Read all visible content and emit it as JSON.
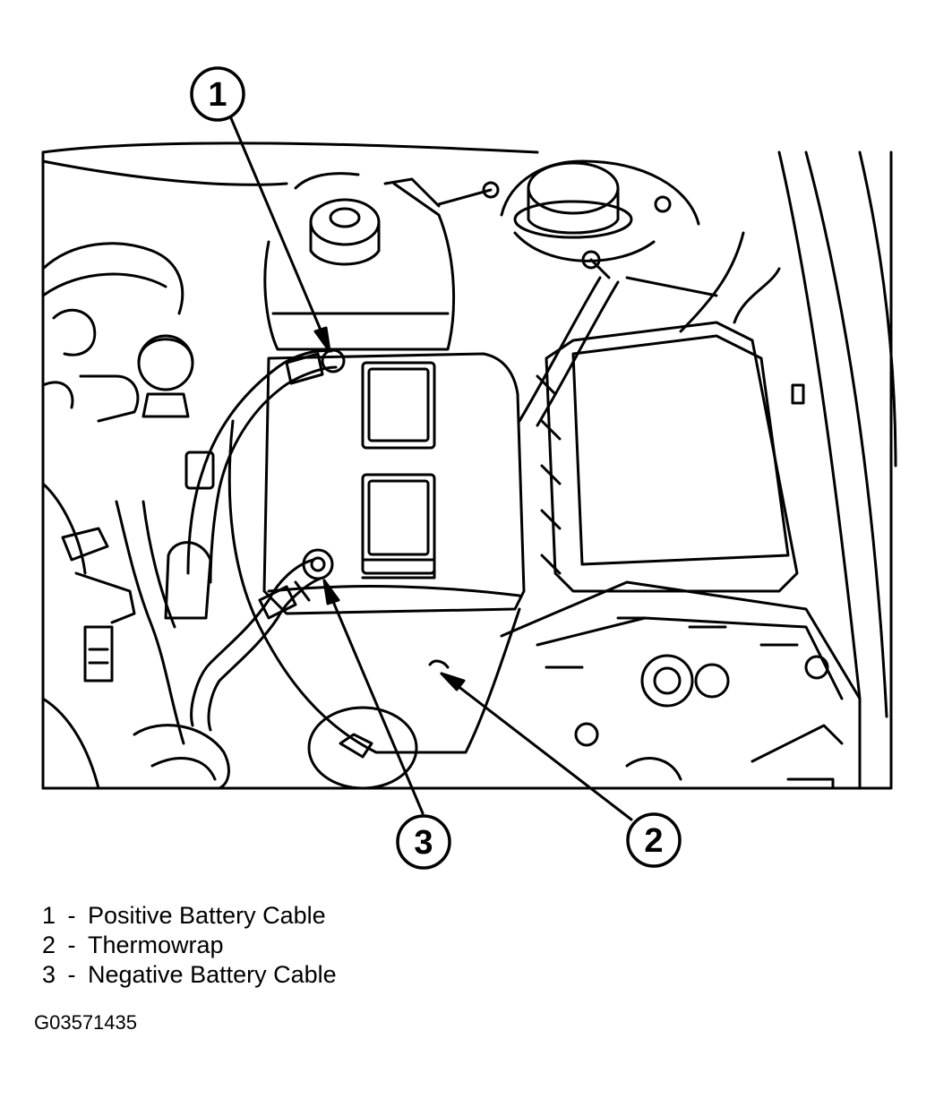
{
  "callouts": [
    {
      "number": "1"
    },
    {
      "number": "2"
    },
    {
      "number": "3"
    }
  ],
  "legend": [
    {
      "number": "1",
      "separator": "-",
      "text": "Positive Battery Cable"
    },
    {
      "number": "2",
      "separator": "-",
      "text": "Thermowrap"
    },
    {
      "number": "3",
      "separator": "-",
      "text": "Negative Battery Cable"
    }
  ],
  "figure_id": "G03571435",
  "colors": {
    "line": "#000000",
    "background": "#ffffff"
  }
}
